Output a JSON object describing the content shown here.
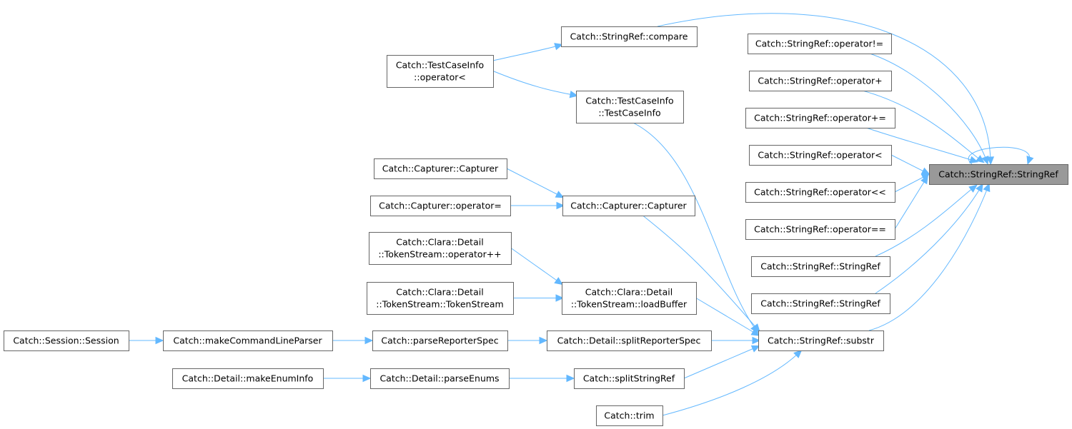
{
  "nodes": {
    "root": [
      "Catch::StringRef::StringRef"
    ],
    "compare": [
      "Catch::StringRef::compare"
    ],
    "tci_lt": [
      "Catch::TestCaseInfo",
      "::operator<"
    ],
    "tci_ctor": [
      "Catch::TestCaseInfo",
      "::TestCaseInfo"
    ],
    "op_ne": [
      "Catch::StringRef::operator!="
    ],
    "op_plus": [
      "Catch::StringRef::operator+"
    ],
    "op_pluseq": [
      "Catch::StringRef::operator+="
    ],
    "op_lt": [
      "Catch::StringRef::operator<"
    ],
    "op_shl": [
      "Catch::StringRef::operator<<"
    ],
    "op_eq": [
      "Catch::StringRef::operator=="
    ],
    "sr_ctor1": [
      "Catch::StringRef::StringRef"
    ],
    "sr_ctor2": [
      "Catch::StringRef::StringRef"
    ],
    "substr": [
      "Catch::StringRef::substr"
    ],
    "cap_ctor_left": [
      "Catch::Capturer::Capturer"
    ],
    "cap_assign": [
      "Catch::Capturer::operator="
    ],
    "cap_ctor": [
      "Catch::Capturer::Capturer"
    ],
    "ts_inc": [
      "Catch::Clara::Detail",
      "::TokenStream::operator++"
    ],
    "ts_ctor": [
      "Catch::Clara::Detail",
      "::TokenStream::TokenStream"
    ],
    "ts_load": [
      "Catch::Clara::Detail",
      "::TokenStream::loadBuffer"
    ],
    "session": [
      "Catch::Session::Session"
    ],
    "make_cli": [
      "Catch::makeCommandLineParser"
    ],
    "parse_rep": [
      "Catch::parseReporterSpec"
    ],
    "split_rep": [
      "Catch::Detail::splitReporterSpec"
    ],
    "make_enum": [
      "Catch::Detail::makeEnumInfo"
    ],
    "parse_enums": [
      "Catch::Detail::parseEnums"
    ],
    "split_ref": [
      "Catch::splitStringRef"
    ],
    "trim": [
      "Catch::trim"
    ]
  },
  "edges": [
    [
      "compare",
      "root"
    ],
    [
      "op_ne",
      "root"
    ],
    [
      "op_plus",
      "root"
    ],
    [
      "op_pluseq",
      "root"
    ],
    [
      "op_lt",
      "root"
    ],
    [
      "op_shl",
      "root"
    ],
    [
      "op_eq",
      "root"
    ],
    [
      "sr_ctor1",
      "root"
    ],
    [
      "sr_ctor2",
      "root"
    ],
    [
      "substr",
      "root"
    ],
    [
      "root",
      "root"
    ],
    [
      "tci_lt",
      "compare"
    ],
    [
      "tci_lt",
      "tci_ctor"
    ],
    [
      "tci_ctor",
      "substr"
    ],
    [
      "cap_ctor_left",
      "cap_ctor"
    ],
    [
      "cap_assign",
      "cap_ctor"
    ],
    [
      "cap_ctor",
      "substr"
    ],
    [
      "ts_inc",
      "ts_load"
    ],
    [
      "ts_ctor",
      "ts_load"
    ],
    [
      "ts_load",
      "substr"
    ],
    [
      "session",
      "make_cli"
    ],
    [
      "make_cli",
      "parse_rep"
    ],
    [
      "parse_rep",
      "split_rep"
    ],
    [
      "split_rep",
      "substr"
    ],
    [
      "make_enum",
      "parse_enums"
    ],
    [
      "parse_enums",
      "split_ref"
    ],
    [
      "split_ref",
      "substr"
    ],
    [
      "trim",
      "substr"
    ]
  ],
  "colors": {
    "edge": "#63b8ff",
    "node_border": "#666666",
    "root_fill": "#999999"
  }
}
